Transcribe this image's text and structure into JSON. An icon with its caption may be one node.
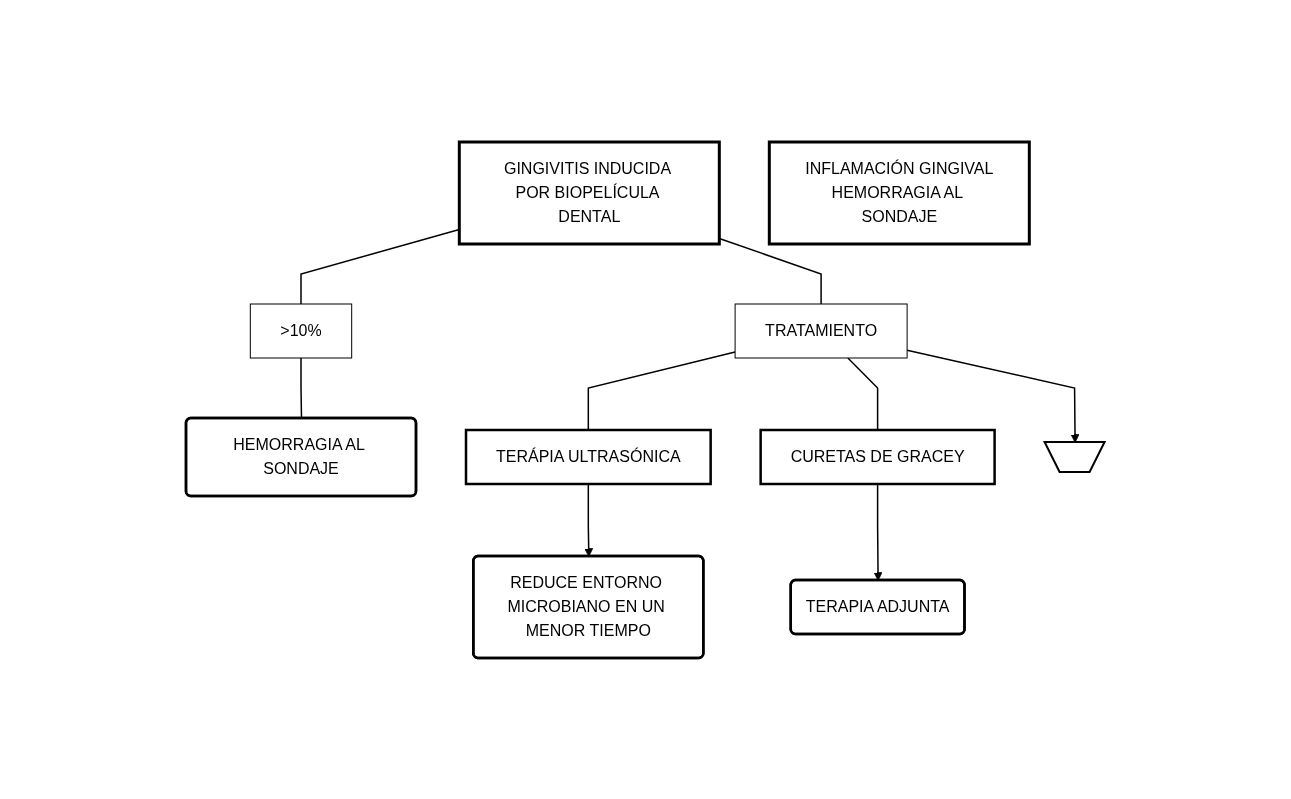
{
  "diagram": {
    "nodes": [
      {
        "text": [
          "GINGIVITIS INDUCIDA POR BIOPELÍCULA DENTAL"
        ]
      },
      {
        "text": [
          ">10%"
        ]
      },
      {
        "text": [
          "HEMORRAGIA AL SONDAJE"
        ]
      },
      {
        "text": [
          "TRATAMIENTO"
        ]
      },
      {
        "text": [
          "TERÁPIA ULTRASÓNICA"
        ]
      },
      {
        "text": [
          "REDUCE ENTORNO MICROBIANO EN UN MENOR TIEMPO"
        ]
      },
      {
        "text": [
          "CURETAS DE GRACEY"
        ]
      },
      {
        "text": [
          "TERAPIA ADJUNTA"
        ]
      },
      {
        "text": [],
        "shape": "arrow"
      },
      {
        "text": [
          "INFLAMACIÓN GINGIVAL",
          "HEMORRAGIA AL SONDAJE"
        ]
      }
    ],
    "edges": [
      {
        "from": 0,
        "to": 1,
        "arrow": "none"
      },
      {
        "from": 1,
        "to": 2,
        "arrow": "none"
      },
      {
        "from": 0,
        "to": 3,
        "arrow": "none"
      },
      {
        "from": 3,
        "to": 4,
        "arrow": "none"
      },
      {
        "from": 3,
        "to": 6,
        "arrow": "none"
      },
      {
        "from": 4,
        "to": 5,
        "arrow": "to"
      },
      {
        "from": 6,
        "to": 7,
        "arrow": "to"
      },
      {
        "from": 3,
        "to": 8,
        "arrow": "to"
      }
    ]
  }
}
